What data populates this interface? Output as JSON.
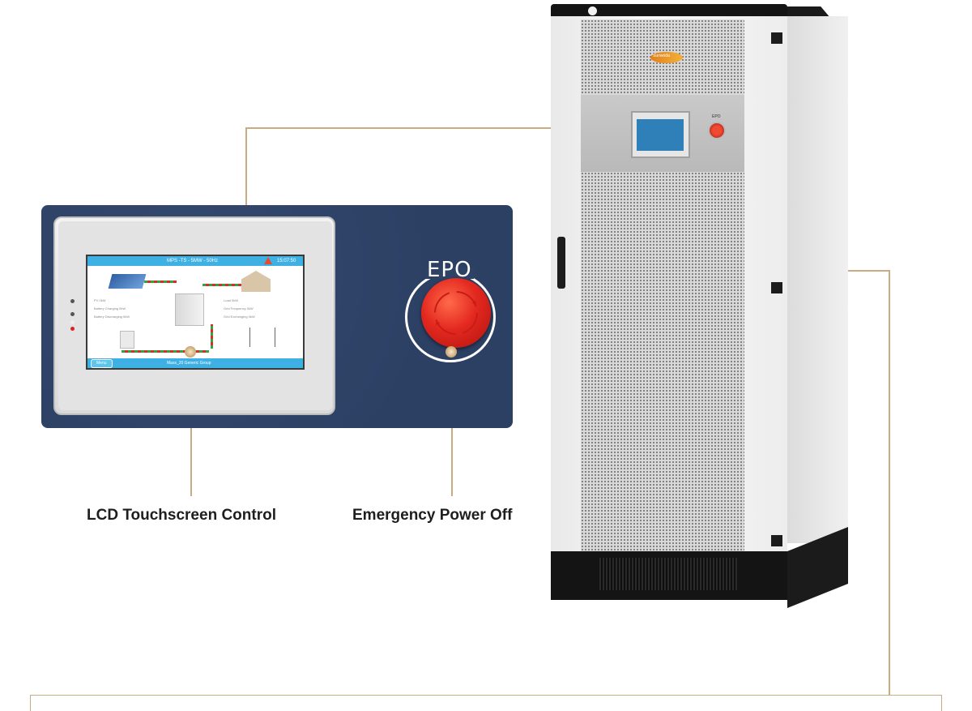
{
  "captions": {
    "lcd": "LCD Touchscreen Control",
    "epo": "Emergency Power Off"
  },
  "epo_button": {
    "label": "EPO"
  },
  "lcd_screen": {
    "header_title": "MPS -TS - 5MW - 50Hz",
    "clock": "15:07:50",
    "footer_text": "Mass_20 Generic Group",
    "menu_label": "Menu",
    "left_rows": [
      {
        "label": "PV",
        "value": "0kW"
      },
      {
        "label": "Battery Charging",
        "value": "0kW"
      },
      {
        "label": "Battery Discharging",
        "value": "0kW"
      }
    ],
    "right_rows": [
      {
        "label": "Load",
        "value": "0kW"
      },
      {
        "label": "Grid Frequency",
        "value": "0kW"
      },
      {
        "label": "Grid Exchanging",
        "value": "0kW"
      }
    ]
  },
  "cabinet": {
    "logo_text": "Sunwoda",
    "mini_epo_label": "EPO"
  },
  "colors": {
    "accent_gold": "#c8ad83",
    "panel_navy": "#2f4468",
    "screen_header": "#3fb0e3",
    "epo_red": "#e3281f"
  }
}
